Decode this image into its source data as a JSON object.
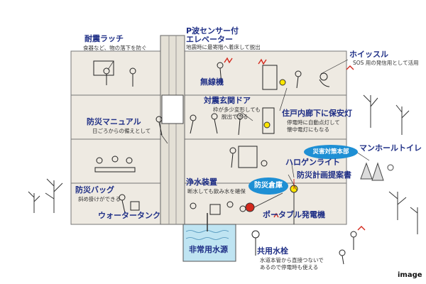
{
  "labels": {
    "seismic_latch": {
      "title": "耐震ラッチ",
      "desc": "食器など、物の落下を防ぐ"
    },
    "p_wave_elevator": {
      "title_line1": "P波センサー付",
      "title_line2": "エレベーター",
      "desc": "地震時に最寄階へ着床して脱出"
    },
    "whistle": {
      "title": "ホイッスル",
      "desc": "SOS 用の発信用として活用"
    },
    "radio": {
      "title": "無線機"
    },
    "seismic_door": {
      "title": "対震玄関ドア",
      "desc_line1": "枠が多少変形しても",
      "desc_line2": "脱出できる"
    },
    "security_light": {
      "title": "住戸内廊下に保安灯",
      "desc_line1": "停電時に自動点灯して",
      "desc_line2": "懐中電灯にもなる"
    },
    "manual": {
      "title": "防災マニュアル",
      "desc": "日ごろからの備えとして"
    },
    "hq": {
      "label": "災害対策本部"
    },
    "halogen": {
      "title": "ハロゲンライト"
    },
    "storage": {
      "label": "防災倉庫"
    },
    "plan": {
      "title": "防災計画提案書"
    },
    "manhole_toilet": {
      "title": "マンホールトイレ"
    },
    "water_purifier": {
      "title": "浄水装置",
      "desc": "断水しても飲み水を確保"
    },
    "bag": {
      "title": "防災バッグ",
      "desc": "斜め掛けができる"
    },
    "water_tank": {
      "title": "ウォータータンク"
    },
    "generator": {
      "title": "ポータブル発電機"
    },
    "emergency_water": {
      "title": "非常用水源"
    },
    "hydrant": {
      "title": "共用水栓",
      "desc_line1": "水道本管から直接つないで",
      "desc_line2": "あるので停電時も使える"
    },
    "image_tag": "image"
  },
  "colors": {
    "building_fill": "#eeeae2",
    "building_line": "#777777",
    "title_blue": "#1f2f86",
    "alert_red": "#d4281c",
    "oval_blue": "#1e8fd4",
    "water_blue": "#bfe4f2",
    "lamp_yellow": "#ffe600"
  }
}
